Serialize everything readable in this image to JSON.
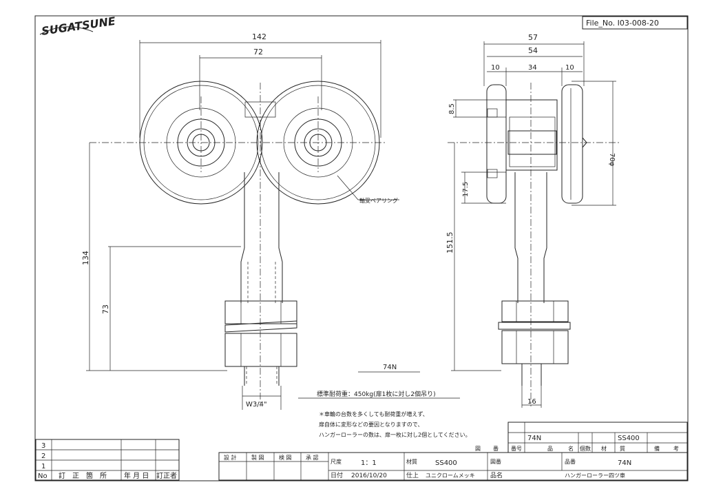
{
  "brand": {
    "logo_text": "SUGATSUNE"
  },
  "file_no": "File_No. I03-008-20",
  "front_view": {
    "dims": {
      "w142": "142",
      "w72": "72",
      "h134": "134",
      "h73": "73",
      "thread": "W3/4\""
    },
    "bearing_note": "軸受ベアリング",
    "view_label": "74N"
  },
  "side_view": {
    "dims": {
      "w57": "57",
      "w54": "54",
      "d10a": "10",
      "d34": "34",
      "d10b": "10",
      "d8_5": "8.5",
      "d17_5": "17.5",
      "d151_5": "151.5",
      "dia70": "70φ",
      "d16": "16"
    }
  },
  "notes": {
    "load": "標準耐荷重：450kg(扉1枚に対し2個吊り)",
    "line1": "＊車輪の台数を多くしても耐荷重が増えず、",
    "line2": "扉自体に変形などの要因となりますので、",
    "line3": "ハンガーローラーの数は、扉一枚に対し2個としてください。"
  },
  "parts_table": {
    "headers": [
      "図",
      "番",
      "番号",
      "品",
      "名",
      "個数",
      "材",
      "質",
      "備",
      "考"
    ],
    "row": {
      "name": "74N",
      "material": "SS400"
    }
  },
  "revision_table": {
    "rows": [
      "3",
      "2",
      "1"
    ],
    "headers": {
      "no": "No",
      "content": "訂　正　箇　所",
      "date": "年 月 日",
      "editor": "訂正者"
    }
  },
  "title_block": {
    "signs": [
      "設 計",
      "製 図",
      "検 図",
      "承 認"
    ],
    "scale_label": "尺度",
    "scale": "1：1",
    "date_label": "日付",
    "date": "2016/10/20",
    "material_label": "材質",
    "material": "SS400",
    "finish_label": "仕上",
    "finish": "ユニクロームメッキ",
    "drawing_no_label": "図番",
    "product_no_label": "品番",
    "product_no": "74N",
    "product_name_label": "品名",
    "product_name": "ハンガーローラー四ツ車"
  }
}
